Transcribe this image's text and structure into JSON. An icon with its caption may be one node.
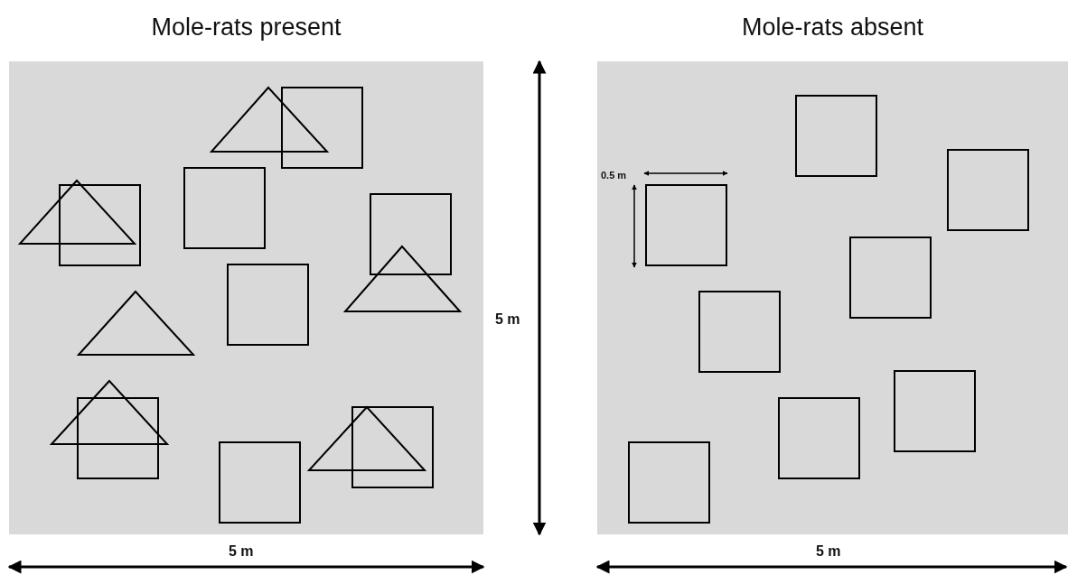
{
  "diagram": {
    "nodes": [
      {
        "text": [
          "Mole-rats present"
        ]
      },
      {
        "text": [
          "Mole-rats absent"
        ]
      }
    ],
    "labels": [
      "0.5 m",
      "5 m",
      "5 m",
      "5 m"
    ]
  }
}
